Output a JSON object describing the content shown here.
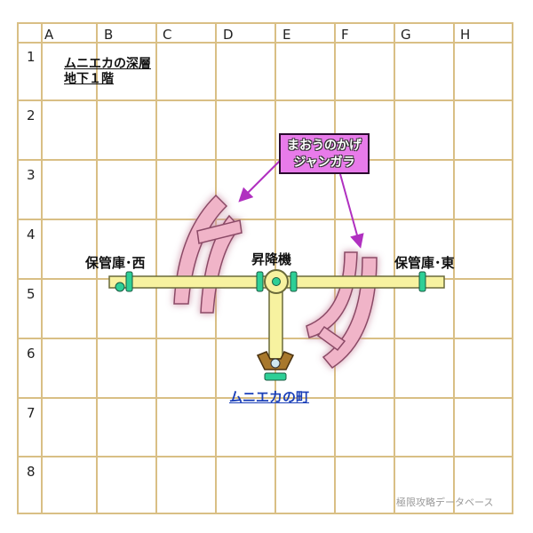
{
  "map": {
    "title_line1": "ムニエカの深層",
    "title_line2": "地下１階",
    "columns": [
      "A",
      "B",
      "C",
      "D",
      "E",
      "F",
      "G",
      "H"
    ],
    "rows": [
      "1",
      "2",
      "3",
      "4",
      "5",
      "6",
      "7",
      "8"
    ],
    "labels": {
      "storage_west": "保管庫･西",
      "elevator": "昇降機",
      "storage_east": "保管庫･東",
      "town": "ムニエカの町"
    },
    "enemy_box": {
      "line1": "まおうのかげ",
      "line2": "ジャンガラ"
    },
    "watermark": "極限攻略データベース"
  },
  "colors": {
    "grid": "#d9bf85",
    "path": "#f7f2a0",
    "path_outline": "#6a6a3a",
    "door": "#2ecf96",
    "pink_area": "#f0b4c8",
    "glow": "#d77be0",
    "enemy_box": "#e87bea",
    "link": "#1a3fb8"
  }
}
